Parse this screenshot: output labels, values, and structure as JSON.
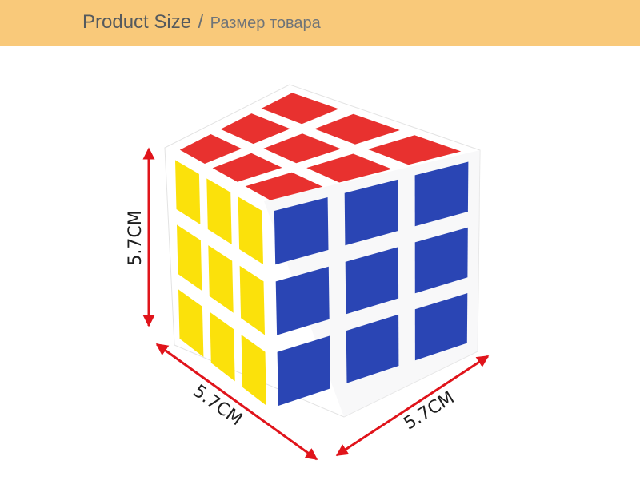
{
  "header": {
    "title_en": "Product Size",
    "separator": "/",
    "title_ru": "Размер товара",
    "bg_color": "#f9c97a"
  },
  "cube": {
    "faces": {
      "top": "#e8312f",
      "left": "#fbe10b",
      "right": "#2a45b4"
    },
    "body_color": "#ffffff"
  },
  "dimensions": {
    "height": "5.7CM",
    "left_width": "5.7CM",
    "right_width": "5.7CM",
    "arrow_color": "#e0141b"
  }
}
